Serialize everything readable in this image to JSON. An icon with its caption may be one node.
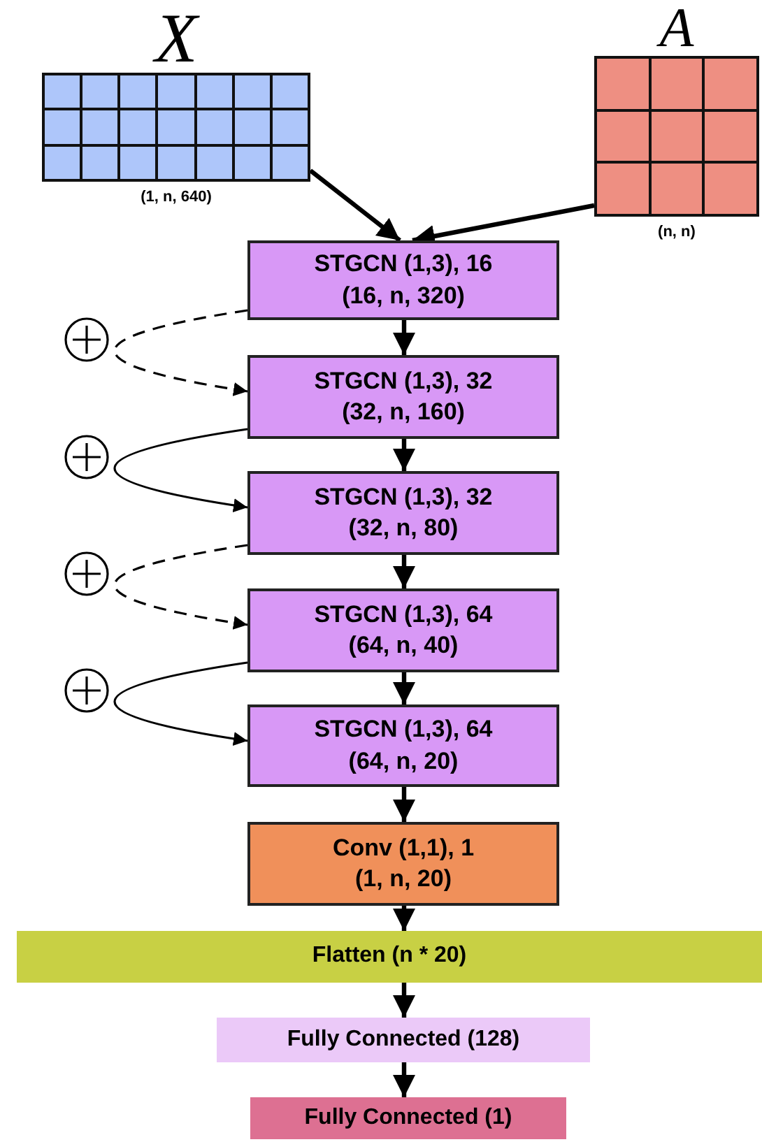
{
  "diagram": {
    "nodes": [
      {
        "text": [
          "X"
        ],
        "beside": [
          "(1, n, 640)"
        ]
      },
      {
        "text": [
          "A"
        ],
        "beside": [
          "(n, n)"
        ]
      },
      {
        "text": [
          "STGCN (1,3), 16",
          "(16, n, 320)"
        ]
      },
      {
        "text": [
          "STGCN (1,3), 32",
          "(32, n, 160)"
        ]
      },
      {
        "text": [
          "STGCN (1,3), 32",
          "(32, n, 80)"
        ]
      },
      {
        "text": [
          "STGCN (1,3), 64",
          "(64, n, 40)"
        ]
      },
      {
        "text": [
          "STGCN (1,3), 64",
          "(64, n, 20)"
        ]
      },
      {
        "text": [
          "Conv (1,1), 1",
          "(1, n, 20)"
        ]
      },
      {
        "text": [
          "Flatten (n * 20)"
        ]
      },
      {
        "text": [
          "Fully Connected (128)"
        ]
      },
      {
        "text": [
          "Fully Connected (1)"
        ]
      }
    ],
    "edges": [
      {
        "from": 0,
        "to": 2,
        "arrow": "to"
      },
      {
        "from": 1,
        "to": 2,
        "arrow": "to"
      },
      {
        "from": 2,
        "to": 3,
        "arrow": "to"
      },
      {
        "from": 3,
        "to": 4,
        "arrow": "to"
      },
      {
        "from": 4,
        "to": 5,
        "arrow": "to"
      },
      {
        "from": 5,
        "to": 6,
        "arrow": "to"
      },
      {
        "from": 6,
        "to": 7,
        "arrow": "to"
      },
      {
        "from": 7,
        "to": 8,
        "arrow": "to"
      },
      {
        "from": 8,
        "to": 9,
        "arrow": "to"
      },
      {
        "from": 9,
        "to": 10,
        "arrow": "to"
      },
      {
        "from": 2,
        "to": 3,
        "arrow": "to",
        "style": "dashed"
      },
      {
        "from": 3,
        "to": 4,
        "arrow": "to"
      },
      {
        "from": 4,
        "to": 5,
        "arrow": "to",
        "style": "dashed"
      },
      {
        "from": 5,
        "to": 6,
        "arrow": "to"
      }
    ]
  }
}
